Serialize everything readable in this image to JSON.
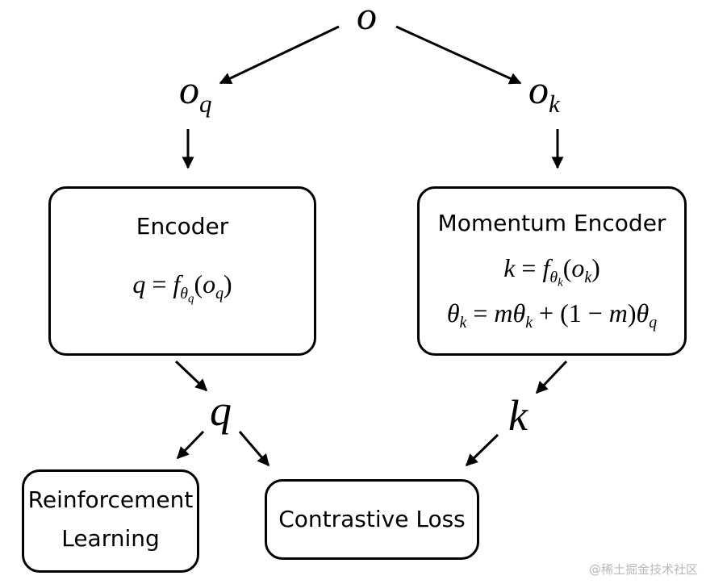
{
  "variables": {
    "o": "o",
    "o_q_base": "o",
    "o_q_sub": "q",
    "o_k_base": "o",
    "o_k_sub": "k",
    "q": "q",
    "k": "k"
  },
  "encoder": {
    "title": "Encoder",
    "equation": {
      "lhs": "q",
      "eq": " = ",
      "f": "f",
      "theta": "θ",
      "theta_sub": "q",
      "open": "(",
      "arg": "o",
      "arg_sub": "q",
      "close": ")"
    }
  },
  "momentum_encoder": {
    "title": "Momentum Encoder",
    "equation1": {
      "lhs": "k",
      "eq": " = ",
      "f": "f",
      "theta": "θ",
      "theta_sub": "k",
      "open": "(",
      "arg": "o",
      "arg_sub": "k",
      "close": ")"
    },
    "equation2": {
      "theta1": "θ",
      "sub1": "k",
      "eq": " = ",
      "m1": "m",
      "theta2": "θ",
      "sub2": "k",
      "plus": " + (1 − ",
      "m2": "m",
      "close": ")",
      "theta3": "θ",
      "sub3": "q"
    }
  },
  "reinforcement_learning": {
    "line1": "Reinforcement",
    "line2": "Learning"
  },
  "contrastive_loss": {
    "label": "Contrastive Loss"
  },
  "watermark": "@稀土掘金技术社区"
}
